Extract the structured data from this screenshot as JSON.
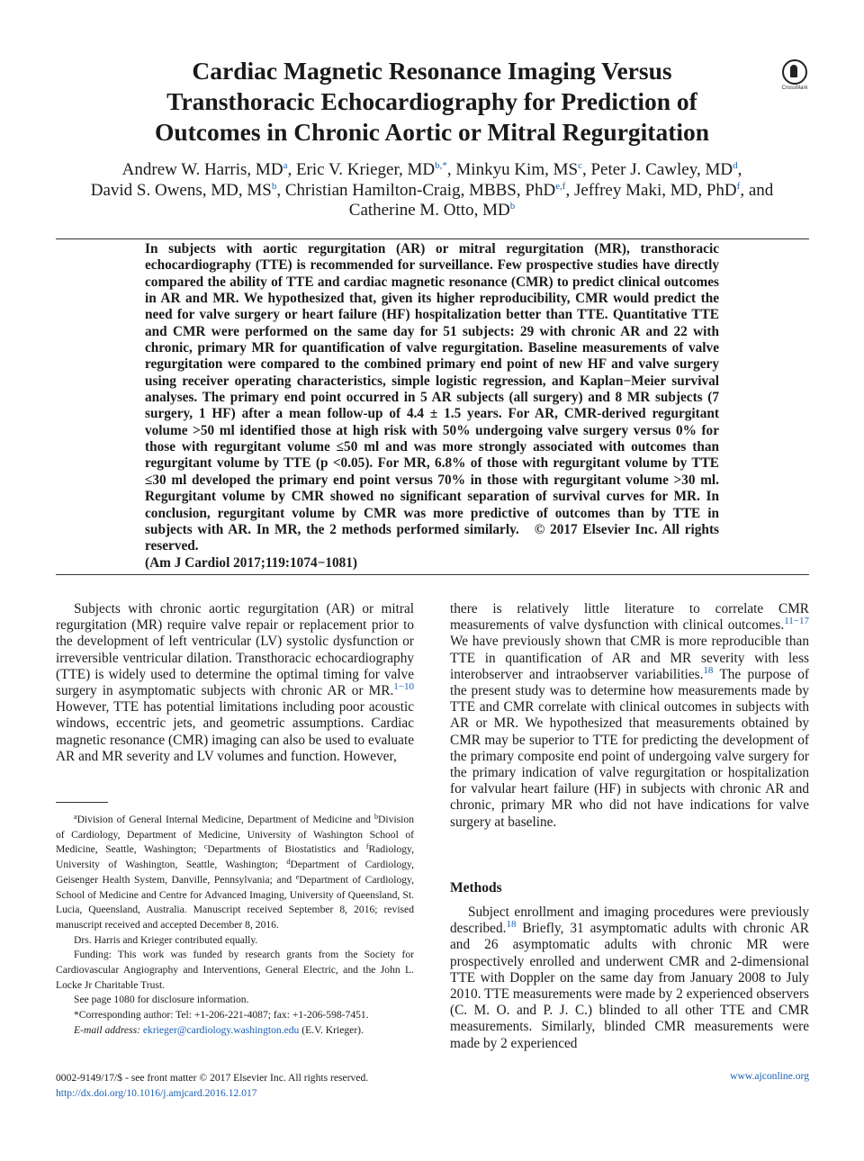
{
  "title_lines": [
    "Cardiac Magnetic Resonance Imaging Versus",
    "Transthoracic Echocardiography for Prediction of",
    "Outcomes in Chronic Aortic or Mitral Regurgitation"
  ],
  "crossmark_label": "CrossMark",
  "authors": {
    "line1": [
      {
        "name": "Andrew W. Harris, MD",
        "aff": "a",
        "sep": ", "
      },
      {
        "name": "Eric V. Krieger, MD",
        "aff": "b,*",
        "sep": ", "
      },
      {
        "name": "Minkyu Kim, MS",
        "aff": "c",
        "sep": ", "
      },
      {
        "name": "Peter J. Cawley, MD",
        "aff": "d",
        "sep": ","
      }
    ],
    "line2": [
      {
        "name": "David S. Owens, MD, MS",
        "aff": "b",
        "sep": ", "
      },
      {
        "name": "Christian Hamilton-Craig, MBBS, PhD",
        "aff": "e,f",
        "sep": ", "
      },
      {
        "name": "Jeffrey Maki, MD, PhD",
        "aff": "f",
        "sep": ", and"
      }
    ],
    "line3": [
      {
        "name": "Catherine M. Otto, MD",
        "aff": "b",
        "sep": ""
      }
    ]
  },
  "abstract": "In subjects with aortic regurgitation (AR) or mitral regurgitation (MR), transthoracic echocardiography (TTE) is recommended for surveillance. Few prospective studies have directly compared the ability of TTE and cardiac magnetic resonance (CMR) to predict clinical outcomes in AR and MR. We hypothesized that, given its higher reproducibility, CMR would predict the need for valve surgery or heart failure (HF) hospitalization better than TTE. Quantitative TTE and CMR were performed on the same day for 51 subjects: 29 with chronic AR and 22 with chronic, primary MR for quantification of valve regurgitation. Baseline measurements of valve regurgitation were compared to the combined primary end point of new HF and valve surgery using receiver operating characteristics, simple logistic regression, and Kaplan−Meier survival analyses. The primary end point occurred in 5 AR subjects (all surgery) and 8 MR subjects (7 surgery, 1 HF) after a mean follow-up of 4.4 ± 1.5 years. For AR, CMR-derived regurgitant volume >50 ml identified those at high risk with 50% undergoing valve surgery versus 0% for those with regurgitant volume ≤50 ml and was more strongly associated with outcomes than regurgitant volume by TTE (p <0.05). For MR, 6.8% of those with regurgitant volume by TTE ≤30 ml developed the primary end point versus 70% in those with regurgitant volume >30 ml. Regurgitant volume by CMR showed no significant separation of survival curves for MR. In conclusion, regurgitant volume by CMR was more predictive of outcomes than by TTE in subjects with AR. In MR, the 2 methods performed similarly.",
  "copyright": "© 2017 Elsevier Inc. All rights reserved.",
  "citation": "(Am J Cardiol 2017;119:1074−1081)",
  "left_col": {
    "p1_a": "Subjects with chronic aortic regurgitation (AR) or mitral regurgitation (MR) require valve repair or replacement prior to the development of left ventricular (LV) systolic dysfunction or irreversible ventricular dilation. Transthoracic echocardiography (TTE) is widely used to determine the optimal timing for valve surgery in asymptomatic subjects with chronic AR or MR.",
    "p1_cite": "1−10",
    "p1_b": " However, TTE has potential limitations including poor acoustic windows, eccentric jets, and geometric assumptions. Cardiac magnetic resonance (CMR) imaging can also be used to evaluate AR and MR severity and LV volumes and function. However,"
  },
  "right_col": {
    "p1_a": "there is relatively little literature to correlate CMR measurements of valve dysfunction with clinical outcomes.",
    "p1_cite1": "11−17",
    "p1_b": " We have previously shown that CMR is more reproducible than TTE in quantification of AR and MR severity with less interobserver and intraobserver variabilities.",
    "p1_cite2": "18",
    "p1_c": " The purpose of the present study was to determine how measurements made by TTE and CMR correlate with clinical outcomes in subjects with AR or MR. We hypothesized that measurements obtained by CMR may be superior to TTE for predicting the development of the primary composite end point of undergoing valve surgery for the primary indication of valve regurgitation or hospitalization for valvular heart failure (HF) in subjects with chronic AR and chronic, primary MR who did not have indications for valve surgery at baseline.",
    "methods_heading": "Methods",
    "p2_a": "Subject enrollment and imaging procedures were previously described.",
    "p2_cite": "18",
    "p2_b": " Briefly, 31 asymptomatic adults with chronic AR and 26 asymptomatic adults with chronic MR were prospectively enrolled and underwent CMR and 2-dimensional TTE with Doppler on the same day from January 2008 to July 2010. TTE measurements were made by 2 experienced observers (C. M. O. and P. J. C.) blinded to all other TTE and CMR measurements. Similarly, blinded CMR measurements were made by 2 experienced"
  },
  "footnotes": {
    "affiliations": [
      {
        "sup": "a",
        "text": "Division of General Internal Medicine, Department of Medicine and "
      },
      {
        "sup": "b",
        "text": "Division of Cardiology, Department of Medicine, University of Washington School of Medicine, Seattle, Washington; "
      },
      {
        "sup": "c",
        "text": "Departments of Biostatistics and "
      },
      {
        "sup": "f",
        "text": "Radiology, University of Washington, Seattle, Washington; "
      },
      {
        "sup": "d",
        "text": "Department of Cardiology, Geisenger Health System, Danville, Pennsylvania; and "
      },
      {
        "sup": "e",
        "text": "Department of Cardiology, School of Medicine and Centre for Advanced Imaging, University of Queensland, St. Lucia, Queensland, Australia. Manuscript received September 8, 2016; revised manuscript received and accepted December 8, 2016."
      }
    ],
    "equal": "Drs. Harris and Krieger contributed equally.",
    "funding": "Funding: This work was funded by research grants from the Society for Cardiovascular Angiography and Interventions, General Electric, and the John L. Locke Jr Charitable Trust.",
    "disclosure": "See page 1080 for disclosure information.",
    "corresponding": "*Corresponding author: Tel: +1-206-221-4087; fax: +1-206-598-7451.",
    "email_label": "E-mail address:",
    "email": "ekrieger@cardiology.washington.edu",
    "email_suffix": " (E.V. Krieger)."
  },
  "footer": {
    "issn": "0002-9149/17/$ - see front matter © 2017 Elsevier Inc. All rights reserved.",
    "doi": "http://dx.doi.org/10.1016/j.amjcard.2016.12.017",
    "website": "www.ajconline.org"
  },
  "colors": {
    "link": "#1a5fb4",
    "text": "#1a1a1a"
  }
}
